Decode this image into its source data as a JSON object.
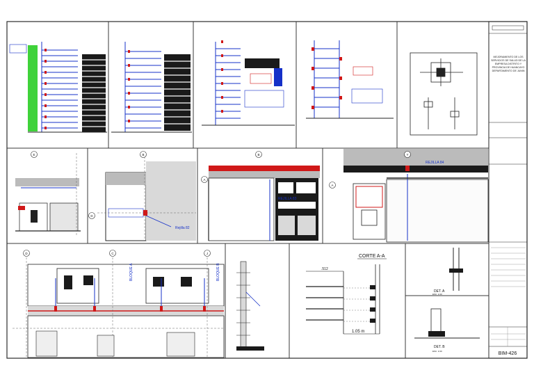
{
  "sheet": {
    "code": "BIM-426",
    "project_text": "MEJORAMIENTO DE LOS SERVICIOS DE SALUD DE LA EMPRESA DISTRITO Y PROVINCIA DE HUANCAYO DEPARTAMENTO DE JUNIN"
  },
  "tags": {
    "rejilla_82": "Rejilla 82",
    "rejilla_83": "REJILLA 83",
    "rejilla_84": "REJILLA 84",
    "bloque_a": "BLOQUE A",
    "bloque_b": "BLOQUE B"
  },
  "grid_bubbles": [
    "E",
    "B",
    "D",
    "B",
    "A",
    "Y",
    "A",
    "D",
    "C",
    "J"
  ],
  "section": {
    "title": "CORTE A-A",
    "dimension_top": ".512",
    "dimension_bottom": "1.05 m"
  },
  "details": {
    "det_a": "DET. A",
    "det_b": "DET. B",
    "scale": "ESC. 1/10"
  },
  "colors": {
    "red": "#d01818",
    "blue": "#1530c8",
    "green": "#3fd23a",
    "dark": "#1a1a1a"
  }
}
